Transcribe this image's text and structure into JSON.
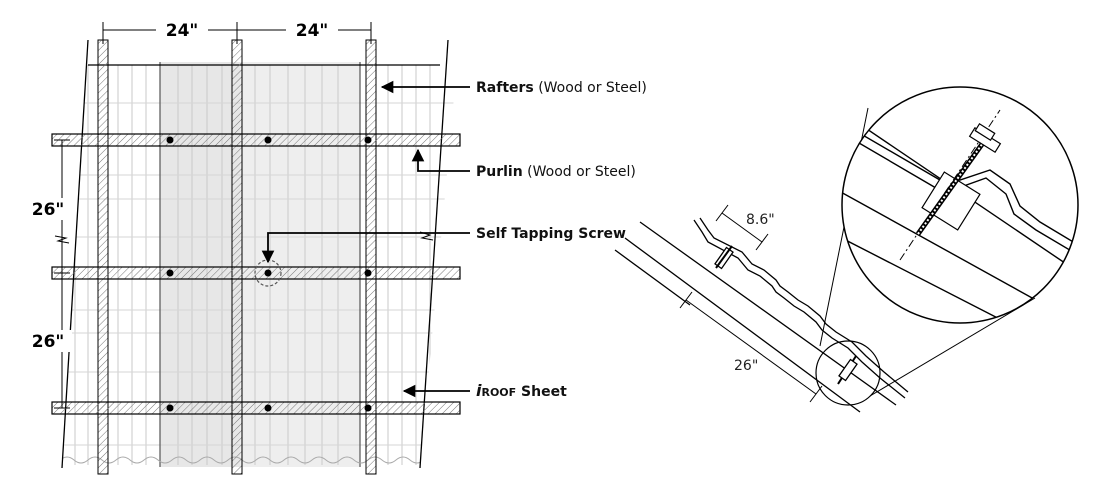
{
  "dimensions": {
    "rafter_spacing_1": "24\"",
    "rafter_spacing_2": "24\"",
    "purlin_spacing_1": "26\"",
    "purlin_spacing_2": "26\"",
    "overlap": "8.6\"",
    "side_purlin_spacing": "26\""
  },
  "callouts": {
    "rafters": {
      "bold": "Rafters",
      "rest": " (Wood or Steel)"
    },
    "purlin": {
      "bold": "Purlin",
      "rest": " (Wood or Steel)"
    },
    "screw": {
      "bold": "Self Tapping Screw",
      "rest": ""
    },
    "sheet": {
      "brand_mark": "i",
      "brand": "ROOF",
      "bold": " Sheet"
    }
  }
}
